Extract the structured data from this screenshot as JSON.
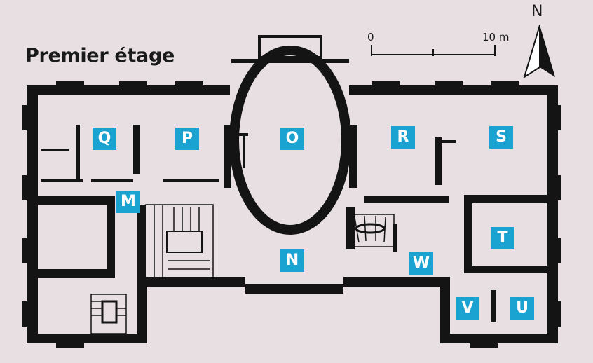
{
  "title": "Premier étage",
  "scale": {
    "start": "0",
    "end": "10 m"
  },
  "compass": {
    "north_label": "N"
  },
  "colors": {
    "background": "#e7dfe2",
    "walls": "#141414",
    "label_bg": "#1aa3d1",
    "label_text": "#ffffff"
  },
  "rooms": {
    "Q": "Q",
    "P": "P",
    "O": "O",
    "R": "R",
    "S": "S",
    "M": "M",
    "N": "N",
    "T": "T",
    "W": "W",
    "V": "V",
    "U": "U"
  }
}
